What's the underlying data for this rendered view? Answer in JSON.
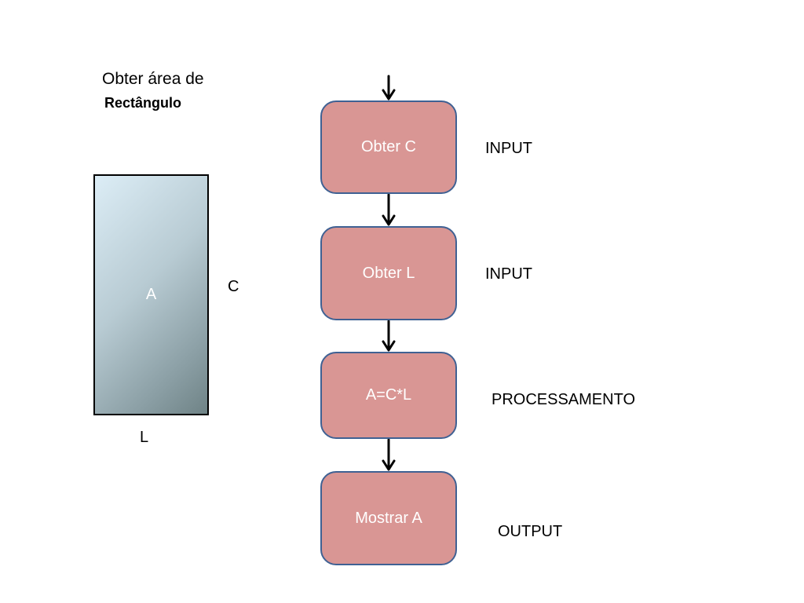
{
  "title": {
    "line1": "Obter área de",
    "line2": "Rectângulo"
  },
  "rectangle": {
    "area_label": "A",
    "side_height_label": "C",
    "side_width_label": "L"
  },
  "flow": {
    "steps": [
      {
        "label": "Obter C",
        "role": "INPUT"
      },
      {
        "label": "Obter L",
        "role": "INPUT"
      },
      {
        "label": "A=C*L",
        "role": "PROCESSAMENTO"
      },
      {
        "label": "Mostrar A",
        "role": "OUTPUT"
      }
    ]
  },
  "colors": {
    "step_fill": "#d99694",
    "step_border": "#3f6193",
    "arrow": "#000000"
  }
}
